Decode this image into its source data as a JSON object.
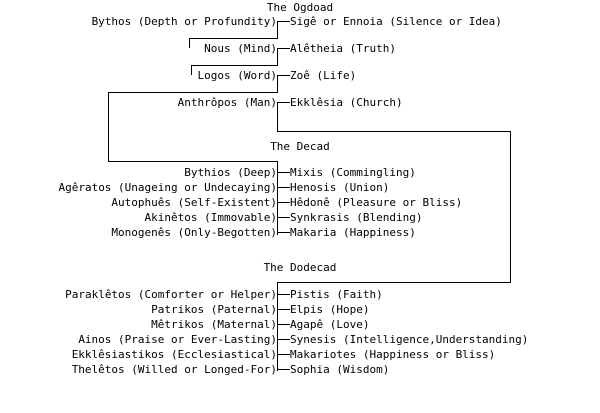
{
  "diagram": {
    "title_colors": {
      "ink": "#000000",
      "paper": "#ffffff"
    },
    "sections": [
      {
        "id": "ogdoad",
        "heading": "The Ogdoad",
        "pairs": [
          {
            "left": "Bythos (Depth or Profundity)",
            "right": "Sigê or Ennoia (Silence or Idea)"
          },
          {
            "left": "Nous (Mind)",
            "right": "Alêtheia (Truth)"
          },
          {
            "left": "Logos (Word)",
            "right": "Zoê (Life)"
          },
          {
            "left": "Anthrôpos (Man)",
            "right": "Ekklêsia (Church)"
          }
        ]
      },
      {
        "id": "decad",
        "heading": "The Decad",
        "pairs": [
          {
            "left": "Bythios (Deep)",
            "right": "Mixis (Commingling)"
          },
          {
            "left": "Agêratos (Unageing or Undecaying)",
            "right": "Henosis (Union)"
          },
          {
            "left": "Autophuês (Self-Existent)",
            "right": "Hêdonê (Pleasure or Bliss)"
          },
          {
            "left": "Akinêtos (Immovable)",
            "right": "Synkrasis (Blending)"
          },
          {
            "left": "Monogenês (Only-Begotten)",
            "right": "Makaria (Happiness)"
          }
        ]
      },
      {
        "id": "dodecad",
        "heading": "The Dodecad",
        "pairs": [
          {
            "left": "Paraklêtos (Comforter or Helper)",
            "right": "Pistis (Faith)"
          },
          {
            "left": "Patrikos (Paternal)",
            "right": "Elpis (Hope)"
          },
          {
            "left": "Mêtrikos (Maternal)",
            "right": "Agapê (Love)"
          },
          {
            "left": "Ainos (Praise or Ever-Lasting)",
            "right": "Synesis (Intelligence,Understanding)"
          },
          {
            "left": "Ekklêsiastikos (Ecclesiastical)",
            "right": "Makariotes (Happiness or Bliss)"
          },
          {
            "left": "Thelêtos (Willed or Longed-For)",
            "right": "Sophia (Wisdom)"
          }
        ]
      }
    ]
  }
}
